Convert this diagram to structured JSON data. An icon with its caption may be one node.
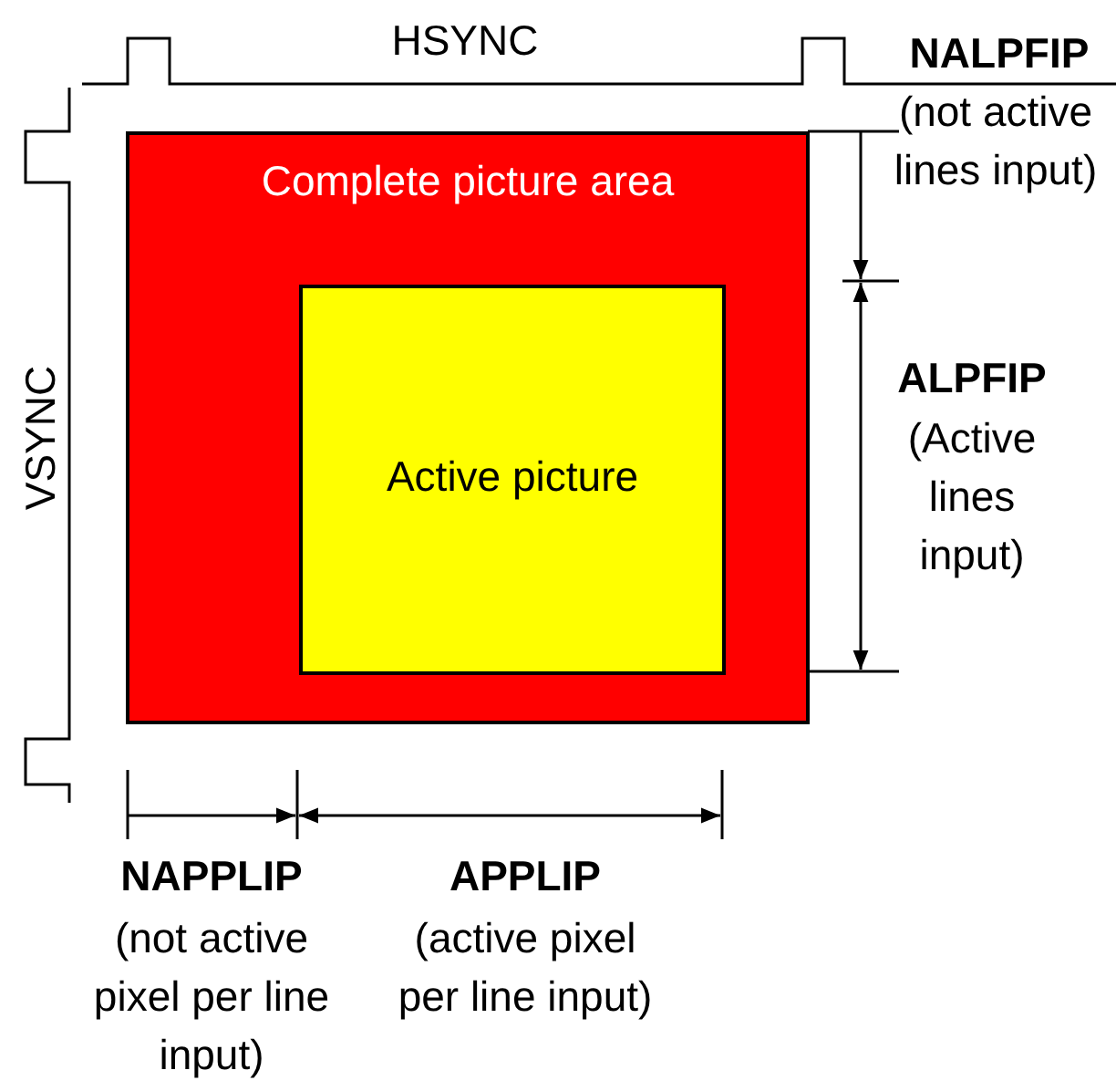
{
  "diagram": {
    "nodes": [
      {
        "text": [
          "Complete picture area"
        ]
      },
      {
        "text": [
          "Active picture"
        ],
        "in": 0
      }
    ],
    "labels": [
      "HSYNC",
      "NALPFIP",
      "(not active lines input)",
      "VSYNC",
      "ALPFIP",
      "(Active lines input)",
      "NAPPLIP",
      "(not active pixel per line input)",
      "APPLIP",
      "(active pixel per line input)"
    ]
  }
}
